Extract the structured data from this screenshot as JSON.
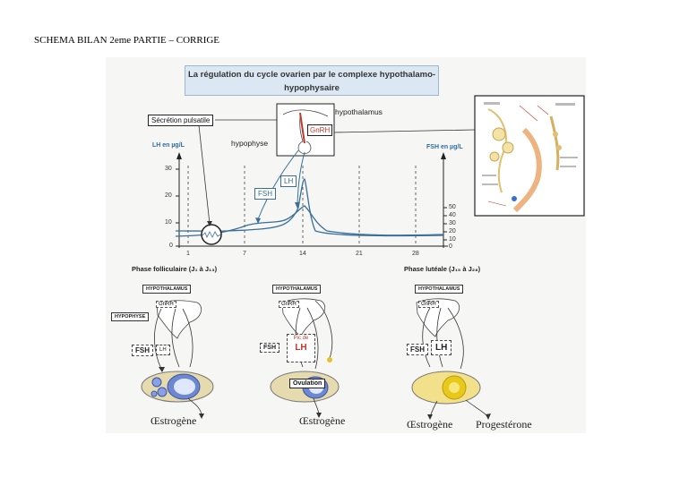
{
  "doc_title": "SCHEMA BILAN 2eme PARTIE – CORRIGE",
  "figure": {
    "title_line1": "La régulation du cycle ovarien par le complexe hypothalamo-",
    "title_line2": "hypophysaire",
    "secretion_label": "Sécrétion pulsatile",
    "hypothalamus_label": "hypothalamus",
    "hypophyse_label": "hypophyse",
    "gnrh_label": "GnRH",
    "fsh_label": "FSH",
    "lh_label": "LH",
    "lh_axis_label": "LH en µg/L",
    "fsh_axis_label": "FSH en µg/L",
    "left_ticks": [
      "30",
      "20",
      "10",
      "0"
    ],
    "right_ticks": [
      "50",
      "40",
      "30",
      "20",
      "10",
      "0"
    ],
    "x_ticks": [
      "1",
      "7",
      "14",
      "21",
      "28"
    ],
    "phase_follicular": "Phase folliculaire (J₁ à J₁₃)",
    "phase_luteal": "Phase lutéale (J₁₅ à J₂₈)",
    "panels": [
      {
        "hypothalamus": "HYPOTHALAMUS",
        "gnrh": "GnRH",
        "hypophyse": "HYPOPHYSE",
        "fsh": "FSH",
        "lh": "LH",
        "output": "Œstrogène"
      },
      {
        "hypothalamus": "HYPOTHALAMUS",
        "gnrh": "GnRH",
        "fsh": "FSH",
        "pic": "Pic de",
        "lh": "LH",
        "ovulation": "Ovulation",
        "output": "Œstrogène"
      },
      {
        "hypothalamus": "HYPOTHALAMUS",
        "gnrh": "GnRH",
        "fsh": "FSH",
        "lh": "LH",
        "output1": "Œstrogène",
        "output2": "Progestérone"
      }
    ],
    "colors": {
      "curve": "#3a6f98",
      "accent_red": "#c0392b",
      "title_bg": "#dbe8f3"
    }
  },
  "icons": [
    "hypothalamus-pituitary-icon",
    "neuron-detail-icon",
    "ovary-icon"
  ]
}
